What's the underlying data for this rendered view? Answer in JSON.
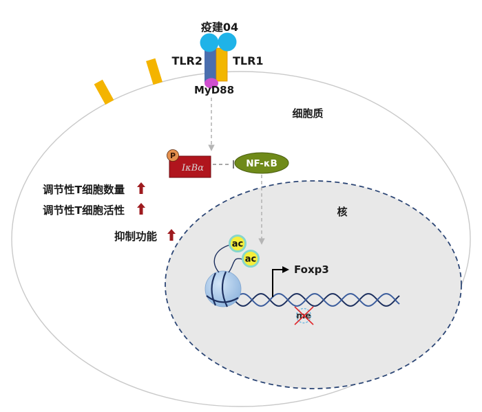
{
  "ligand": {
    "label": "疫建04"
  },
  "receptor": {
    "left_label": "TLR2",
    "right_label": "TLR1",
    "adaptor_label": "MyD88"
  },
  "compartments": {
    "cytoplasm": "细胞质",
    "nucleus": "核"
  },
  "signaling": {
    "phospho_label": "P",
    "inhibitor_label": "IκBα",
    "factor_label": "NF-κB"
  },
  "chromatin": {
    "acetyl_marks": [
      "ac",
      "ac"
    ],
    "methyl_mark": "me",
    "gene_label": "Foxp3"
  },
  "effects": [
    {
      "text": "调节性T细胞数量",
      "icon": "up-arrow-icon"
    },
    {
      "text": "调节性T细胞活性",
      "icon": "up-arrow-icon"
    },
    {
      "text": "抑制功能",
      "icon": "up-arrow-icon"
    }
  ],
  "colors": {
    "ligand": "#1fb3e8",
    "tlr2": "#4a6eae",
    "tlr1": "#f2b600",
    "myd88": "#cf4fcf",
    "membrane_protein": "#f4b400",
    "cell_membrane": "#c9c9c9",
    "phospho": "#e4904e",
    "ikba": "#b0151d",
    "nfkb": "#6f8a19",
    "nucleus_fill": "#e8e8e8",
    "nucleus_border": "#2c4675",
    "nucleosome": "#a9c9ea",
    "dna_a": "#1c2f5e",
    "dna_b": "#3a5c9c",
    "acetyl": "#f6ef3c",
    "acetyl_ring": "#86d6cc",
    "up_arrow": "#9e1b1f",
    "cancel_mark": "#e0262a"
  }
}
